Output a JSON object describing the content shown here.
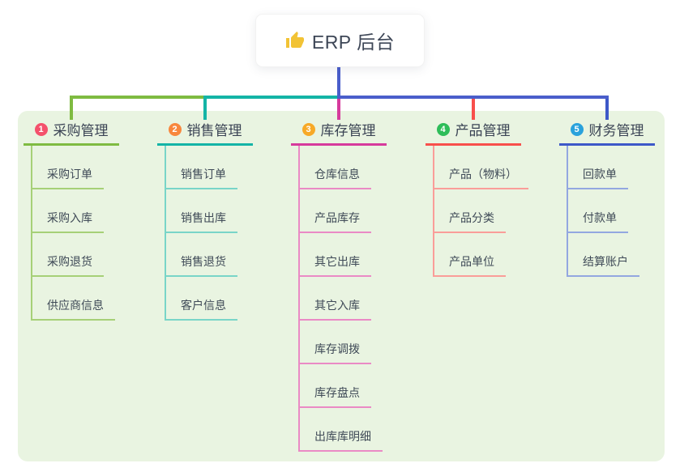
{
  "root": {
    "title": "ERP 后台",
    "icon": "thumbs-up-icon"
  },
  "branches": [
    {
      "badge": "1",
      "title": "采购管理",
      "badge_color": "#f4516c",
      "line_color": "#7fbb41",
      "item_line_color": "#a6d077",
      "items": [
        "采购订单",
        "采购入库",
        "采购退货",
        "供应商信息"
      ]
    },
    {
      "badge": "2",
      "title": "销售管理",
      "badge_color": "#f8873d",
      "line_color": "#14b4a6",
      "item_line_color": "#79d5c8",
      "items": [
        "销售订单",
        "销售出库",
        "销售退货",
        "客户信息"
      ]
    },
    {
      "badge": "3",
      "title": "库存管理",
      "badge_color": "#f7a927",
      "line_color": "#d63a9c",
      "item_line_color": "#ea8ac5",
      "items": [
        "仓库信息",
        "产品库存",
        "其它出库",
        "其它入库",
        "库存调拨",
        "库存盘点",
        "出库库明细"
      ]
    },
    {
      "badge": "4",
      "title": "产品管理",
      "badge_color": "#2ebd59",
      "line_color": "#f84f4b",
      "item_line_color": "#fa9d99",
      "items": [
        "产品（物料）",
        "产品分类",
        "产品单位"
      ]
    },
    {
      "badge": "5",
      "title": "财务管理",
      "badge_color": "#2aa2dc",
      "line_color": "#3d58c8",
      "item_line_color": "#93a7e0",
      "items": [
        "回款单",
        "付款单",
        "结算账户"
      ]
    }
  ],
  "connector_color": "#4a5ecb",
  "panel_color": "#e9f4e1",
  "icon_color": "#f2c335"
}
